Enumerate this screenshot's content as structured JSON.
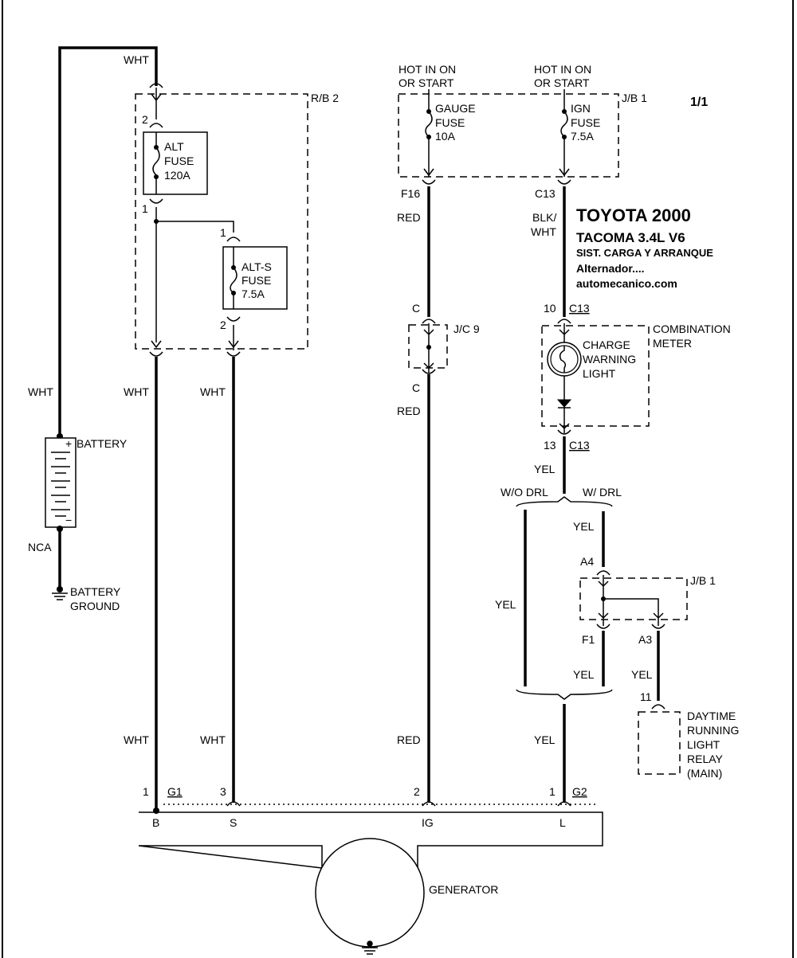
{
  "header": {
    "title": "TOYOTA 2000",
    "model": "TACOMA  3.4L  V6",
    "system": "SIST. CARGA Y ARRANQUE",
    "subsystem": "Alternador....",
    "site": "automecanico.com",
    "page": "1/1"
  },
  "wires": {
    "wht": "WHT",
    "red": "RED",
    "yel": "YEL",
    "blk_wht_1": "BLK/",
    "blk_wht_2": "WHT",
    "nca": "NCA"
  },
  "rb2": {
    "name": "R/B 2",
    "alt_fuse": [
      "ALT",
      "FUSE",
      "120A"
    ],
    "alts_fuse": [
      "ALT-S",
      "FUSE",
      "7.5A"
    ],
    "pin_1": "1",
    "pin_2": "2"
  },
  "jb1_top": {
    "name": "J/B 1",
    "hot_1": "HOT IN ON",
    "hot_2": "OR START",
    "gauge_fuse": [
      "GAUGE",
      "FUSE",
      "10A"
    ],
    "ign_fuse": [
      "IGN",
      "FUSE",
      "7.5A"
    ],
    "conn_f16": "F16",
    "conn_c13": "C13"
  },
  "jc9": {
    "name": "J/C 9",
    "pin": "C"
  },
  "combination_meter": {
    "name_1": "COMBINATION",
    "name_2": "METER",
    "light": [
      "CHARGE",
      "WARNING",
      "LIGHT"
    ],
    "pin_10": "10",
    "pin_13": "13",
    "conn": "C13"
  },
  "drl": {
    "without": "W/O DRL",
    "with": "W/ DRL",
    "jb1_name": "J/B 1",
    "pin_a4": "A4",
    "pin_f1": "F1",
    "pin_a3": "A3",
    "pin_11": "11",
    "relay": [
      "DAYTIME",
      "RUNNING",
      "LIGHT",
      "RELAY",
      "(MAIN)"
    ]
  },
  "battery": {
    "name": "BATTERY",
    "plus": "+",
    "minus": "−",
    "ground_1": "BATTERY",
    "ground_2": "GROUND"
  },
  "generator": {
    "name": "GENERATOR",
    "term_b": "B",
    "term_s": "S",
    "term_ig": "IG",
    "term_l": "L",
    "pin_1": "1",
    "pin_3": "3",
    "pin_2": "2",
    "conn_g1": "G1",
    "conn_g2": "G2"
  }
}
